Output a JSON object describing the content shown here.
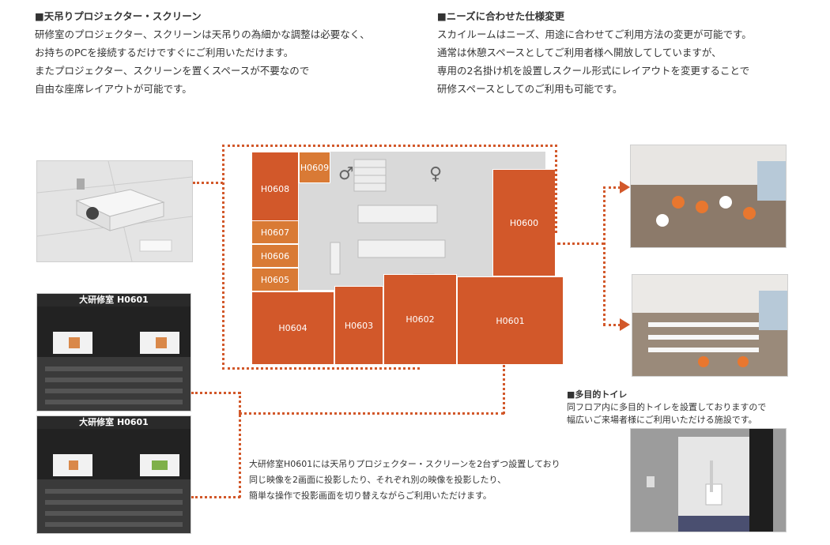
{
  "sections": {
    "projector": {
      "heading": "■天吊りプロジェクター・スクリーン",
      "lines": [
        "研修室のプロジェクター、スクリーンは天吊りの為細かな調整は必要なく、",
        "お持ちのPCを接続するだけですぐにご利用いただけます。",
        "またプロジェクター、スクリーンを置くスペースが不要なので",
        "自由な座席レイアウトが可能です。"
      ]
    },
    "spec": {
      "heading": "■ニーズに合わせた仕様変更",
      "lines": [
        "スカイルームはニーズ、用途に合わせてご利用方法の変更が可能です。",
        "通常は休憩スペースとしてご利用者様へ開放してしていますが、",
        "専用の2名掛け机を設置しスクール形式にレイアウトを変更することで",
        "研修スペースとしてのご利用も可能です。"
      ]
    },
    "toilet": {
      "heading": "■多目的トイレ",
      "lines": [
        "同フロア内に多目的トイレを設置しておりますので",
        "幅広いご来場者様にご利用いただける施設です。"
      ]
    },
    "large_room": {
      "lines": [
        "大研修室H0601には天吊りプロジェクター・スクリーンを2台ずつ設置しており",
        "同じ映像を2画面に投影したり、それぞれ別の映像を投影したり、",
        "簡単な操作で投影画面を切り替えながらご利用いただけます。"
      ]
    }
  },
  "photo_captions": {
    "large_room_1": "大研修室 H0601",
    "large_room_2": "大研修室 H0601"
  },
  "rooms": {
    "h0608": "H0608",
    "h0609": "H0609",
    "h0607": "H0607",
    "h0606": "H0606",
    "h0605": "H0605",
    "h0604": "H0604",
    "h0603": "H0603",
    "h0602": "H0602",
    "h0601": "H0601",
    "h0600": "H0600"
  },
  "colors": {
    "room": "#d2582a",
    "room_light": "#d97a35",
    "floor": "#d9d9d9"
  }
}
